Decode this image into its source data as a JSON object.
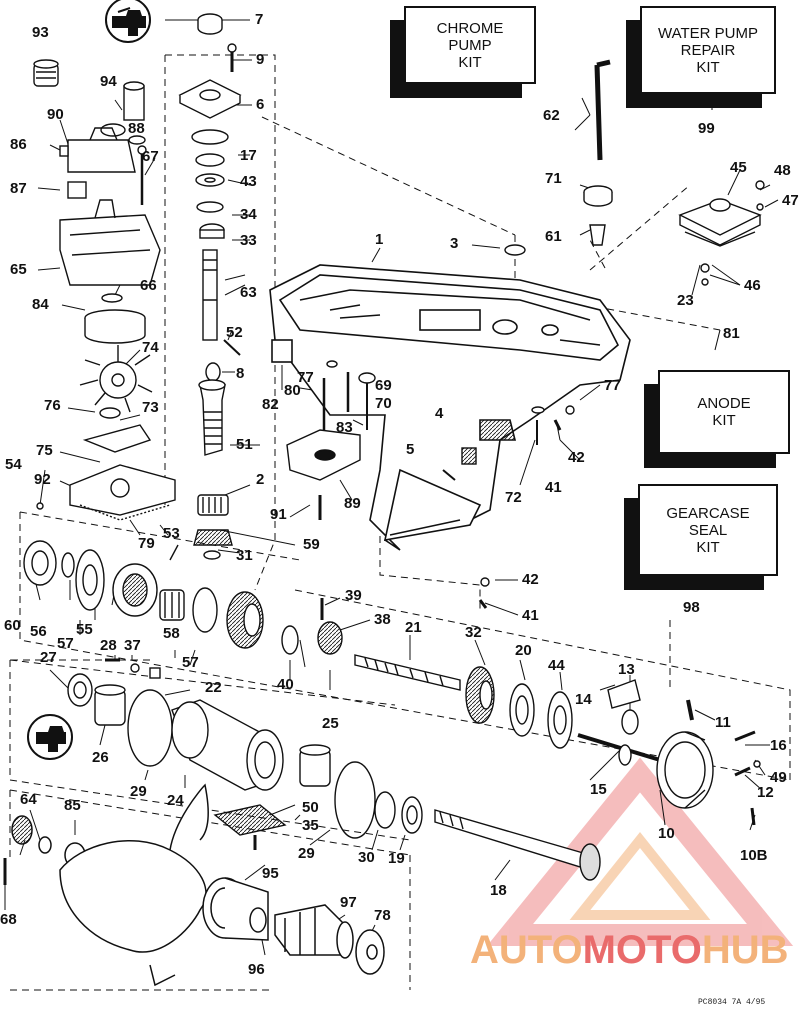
{
  "kits": {
    "chrome": [
      "CHROME",
      "PUMP",
      "KIT"
    ],
    "water": [
      "WATER PUMP",
      "REPAIR",
      "KIT"
    ],
    "anode": [
      "ANODE",
      "KIT"
    ],
    "seal": [
      "GEARCASE",
      "SEAL",
      "KIT"
    ]
  },
  "parts": {
    "p1": "1",
    "p2": "2",
    "p3": "3",
    "p4": "4",
    "p5": "5",
    "p6": "6",
    "p7": "7",
    "p8": "8",
    "p9": "9",
    "p10": "10",
    "p10b": "10B",
    "p11": "11",
    "p12": "12",
    "p13": "13",
    "p14": "14",
    "p15": "15",
    "p16": "16",
    "p17": "17",
    "p18": "18",
    "p19": "19",
    "p20": "20",
    "p21": "21",
    "p22": "22",
    "p23": "23",
    "p24": "24",
    "p25": "25",
    "p26": "26",
    "p27": "27",
    "p28": "28",
    "p29a": "29",
    "p29b": "29",
    "p30": "30",
    "p31": "31",
    "p32": "32",
    "p33": "33",
    "p34": "34",
    "p35": "35",
    "p37": "37",
    "p38": "38",
    "p39": "39",
    "p40": "40",
    "p41a": "41",
    "p41b": "41",
    "p42a": "42",
    "p42b": "42",
    "p43": "43",
    "p44": "44",
    "p45": "45",
    "p46": "46",
    "p47": "47",
    "p48": "48",
    "p49": "49",
    "p50": "50",
    "p51": "51",
    "p52": "52",
    "p53": "53",
    "p54": "54",
    "p55": "55",
    "p56": "56",
    "p57a": "57",
    "p57b": "57",
    "p58": "58",
    "p59": "59",
    "p60": "60",
    "p61": "61",
    "p62": "62",
    "p63": "63",
    "p64": "64",
    "p65": "65",
    "p66": "66",
    "p67": "67",
    "p68": "68",
    "p69": "69",
    "p70": "70",
    "p71": "71",
    "p72": "72",
    "p73": "73",
    "p74": "74",
    "p75": "75",
    "p76": "76",
    "p77a": "77",
    "p77b": "77",
    "p78": "78",
    "p79": "79",
    "p80": "80",
    "p81": "81",
    "p82": "82",
    "p83": "83",
    "p84": "84",
    "p85": "85",
    "p86": "86",
    "p87": "87",
    "p88": "88",
    "p89": "89",
    "p90": "90",
    "p91": "91",
    "p92": "92",
    "p93": "93",
    "p94": "94",
    "p95": "95",
    "p96": "96",
    "p97": "97",
    "p98": "98",
    "p99": "99"
  },
  "drawing_code": "PC8034 7A   4/95",
  "watermark": {
    "brand": "AUTOMOTOHUB",
    "part1": "AUTO",
    "part2": "MOTO",
    "part3": "HUB",
    "color_light": "#f3b27a",
    "color_dark": "#e96b6b"
  }
}
